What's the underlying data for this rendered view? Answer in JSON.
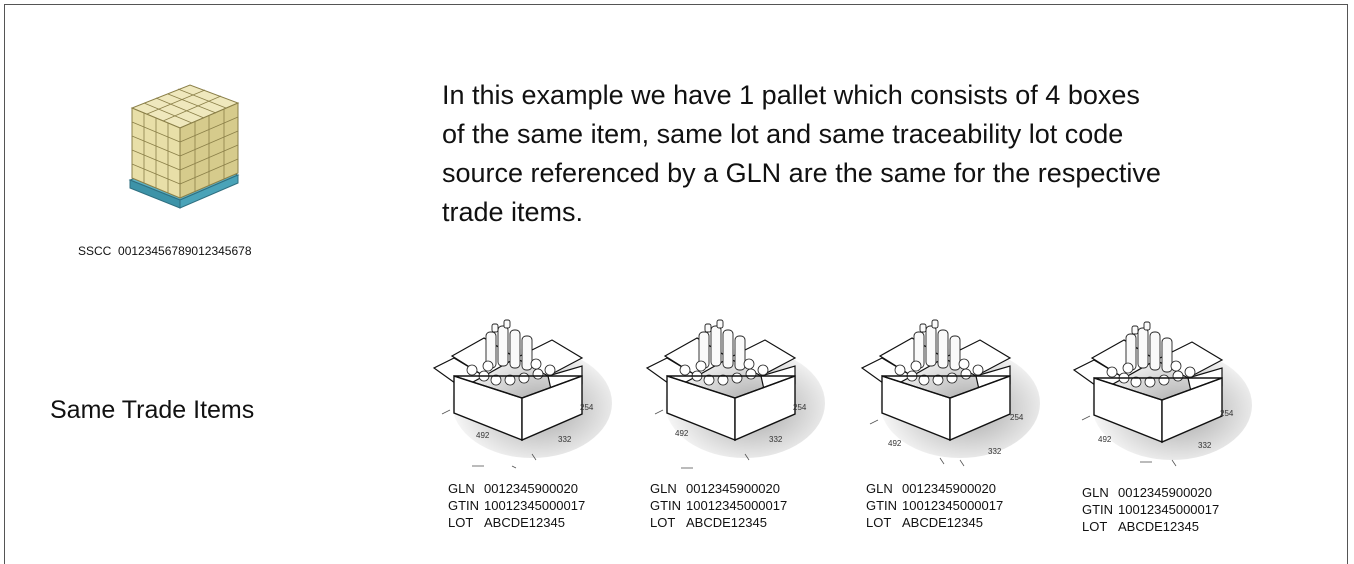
{
  "sscc": {
    "prefix": "SSCC",
    "value": "00123456789012345678"
  },
  "description": "In this example we have 1 pallet which consists of 4 boxes of the same item, same lot and same traceability lot code source referenced by a GLN are the same for the respective trade items.",
  "section_label": "Same Trade Items",
  "box_dims": {
    "length": "492",
    "width": "332",
    "height": "254"
  },
  "boxes": [
    {
      "gln_key": "GLN",
      "gln": "0012345900020",
      "gtin_key": "GTIN",
      "gtin": "10012345000017",
      "lot_key": "LOT",
      "lot": "ABCDE12345"
    },
    {
      "gln_key": "GLN",
      "gln": "0012345900020",
      "gtin_key": "GTIN",
      "gtin": "10012345000017",
      "lot_key": "LOT",
      "lot": "ABCDE12345"
    },
    {
      "gln_key": "GLN",
      "gln": "0012345900020",
      "gtin_key": "GTIN",
      "gtin": "10012345000017",
      "lot_key": "LOT",
      "lot": "ABCDE12345"
    },
    {
      "gln_key": "GLN",
      "gln": "0012345900020",
      "gtin_key": "GTIN",
      "gtin": "10012345000017",
      "lot_key": "LOT",
      "lot": "ABCDE12345"
    }
  ],
  "colors": {
    "carton_face": "#e8dfa8",
    "carton_top": "#efe8bd",
    "carton_side": "#d6cb8c",
    "pallet": "#5fb3c6"
  }
}
